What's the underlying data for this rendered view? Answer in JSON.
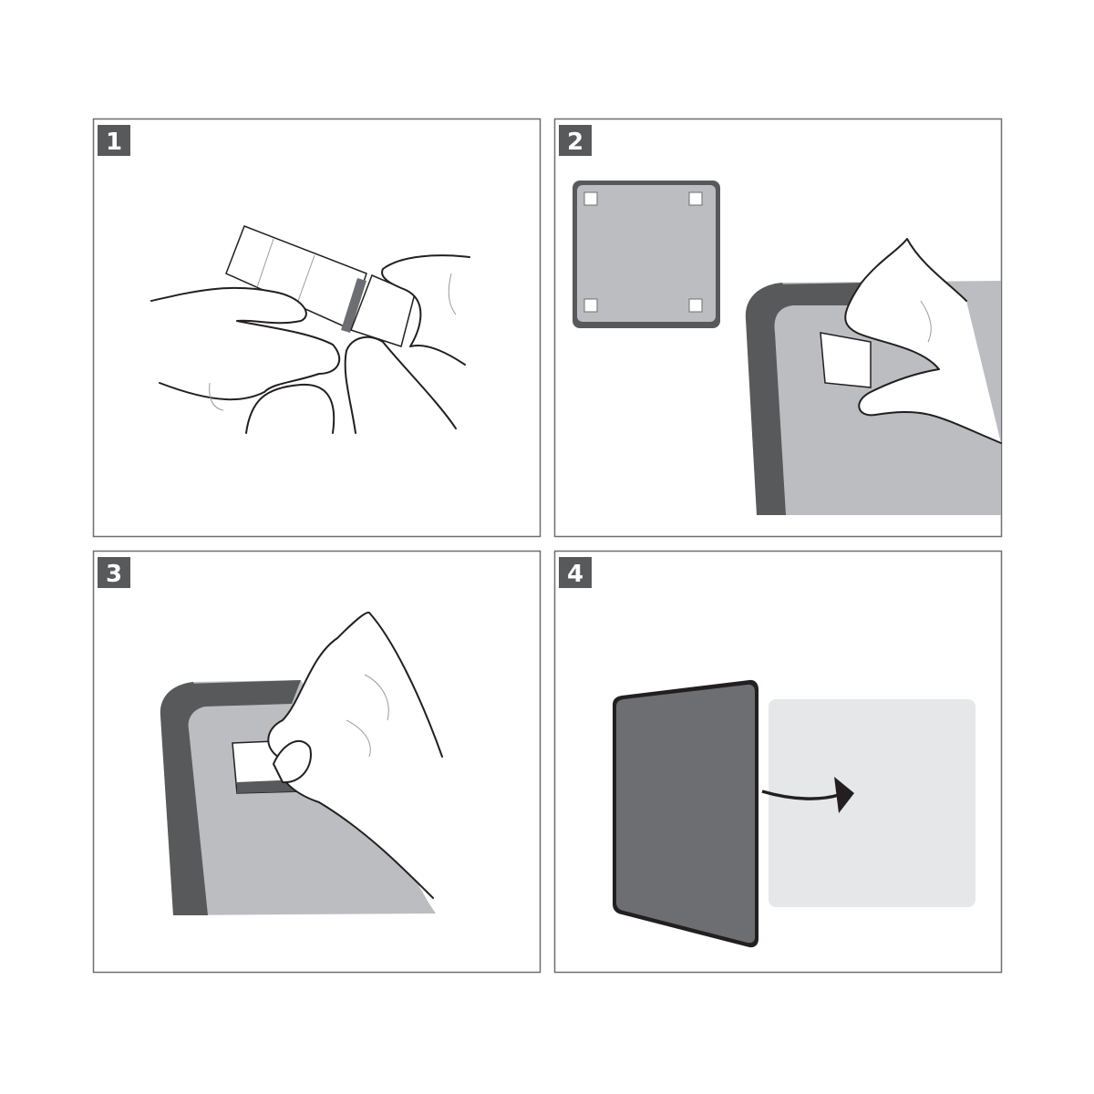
{
  "steps": [
    {
      "number": "1"
    },
    {
      "number": "2"
    },
    {
      "number": "3"
    },
    {
      "number": "4"
    }
  ],
  "colors": {
    "frame": "#6d6e71",
    "badge": "#58595b",
    "surface_gray": "#bcbdc0",
    "frame_dark": "#58595b",
    "plate_dark": "#6d6e71",
    "target_light": "#e6e7e8",
    "outline": "#231f20"
  },
  "icons": {
    "arrow": "curved-arrow-right"
  }
}
